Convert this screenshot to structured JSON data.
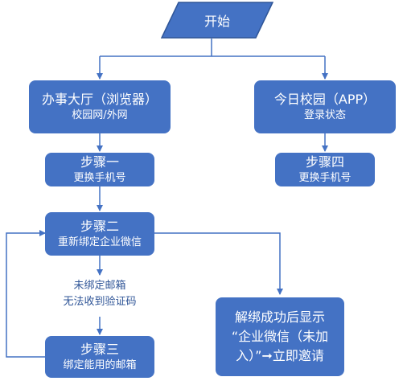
{
  "start": "开始",
  "hall": {
    "title": "办事大厅（浏览器）",
    "subtitle": "校园网/外网"
  },
  "today": {
    "title": "今日校园（APP）",
    "subtitle": "登录状态"
  },
  "step1": {
    "title": "步骤一",
    "subtitle": "更换手机号"
  },
  "step4": {
    "title": "步骤四",
    "subtitle": "更换手机号"
  },
  "step2": {
    "title": "步骤二",
    "subtitle": "重新绑定企业微信"
  },
  "step3": {
    "title": "步骤三",
    "subtitle": "绑定能用的邮箱"
  },
  "edge_label": {
    "line1": "未绑定邮箱",
    "line2": "无法收到验证码"
  },
  "final": {
    "line1": "解绑成功后显示",
    "line2": "“企业微信（未加",
    "line3": "入）”➞立即邀请"
  },
  "colors": {
    "node_fill": "#4472c4",
    "node_border": "#2f5597",
    "edge": "#4472c4",
    "label": "#2f5597"
  }
}
